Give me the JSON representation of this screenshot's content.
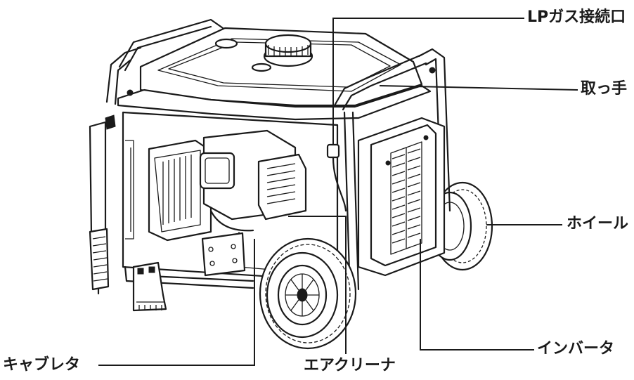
{
  "labels": {
    "lp_gas_inlet": "LPガス接続口",
    "handle": "取っ手",
    "wheel": "ホイール",
    "inverter": "インバータ",
    "carburetor": "キャブレタ",
    "air_cleaner": "エアクリーナ"
  },
  "colors": {
    "line": "#1a1a1a",
    "background": "#ffffff"
  }
}
